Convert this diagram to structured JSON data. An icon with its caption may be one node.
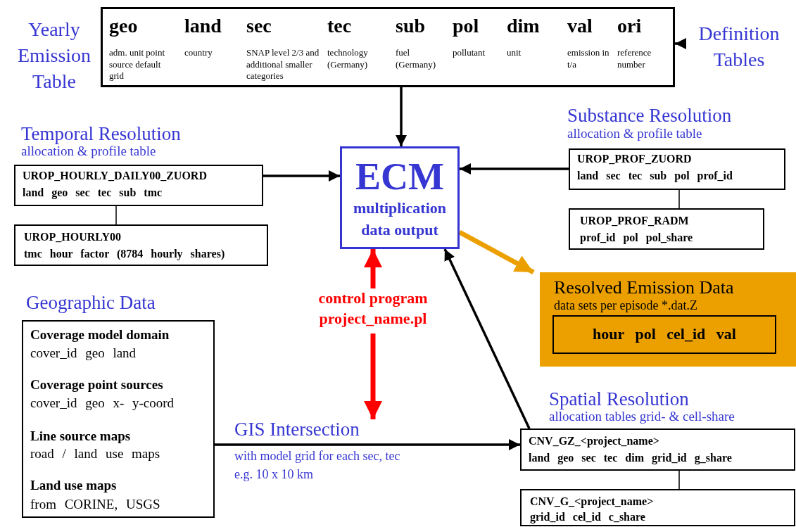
{
  "diagram": {
    "nodes": [
      {
        "text": [
          "Yearly Emission Table",
          "geo",
          "adm. unit point source default grid",
          "land",
          "country",
          "sec",
          "SNAP level 2/3 and additional smaller categories",
          "tec",
          "technology (Germany)",
          "sub",
          "fuel (Germany)",
          "pol",
          "pollutant",
          "dim",
          "unit",
          "val",
          "emission in t/a",
          "ori",
          "reference number"
        ]
      },
      {
        "text": [
          "Definition Tables"
        ]
      },
      {
        "text": [
          "ECM",
          "multiplication data output"
        ]
      },
      {
        "text": [
          "Temporal Resolution",
          "allocation & profile table",
          "UROP_HOURLY_DAILY00_ZUORD",
          "land geo sec tec sub tmc"
        ]
      },
      {
        "text": [
          "UROP_HOURLY00",
          "tmc hour factor (8784 hourly shares)"
        ]
      },
      {
        "text": [
          "Substance Resolution",
          "allocation & profile table",
          "UROP_PROF_ZUORD",
          "land sec tec sub pol prof_id"
        ]
      },
      {
        "text": [
          "UROP_PROF_RADM",
          "prof_id pol pol_share"
        ]
      },
      {
        "text": [
          "Resolved Emission Data",
          "data sets per episode *.dat.Z"
        ]
      },
      {
        "text": [
          "hour pol cel_id val"
        ],
        "in": 7
      },
      {
        "text": [
          "control program project_name.pl"
        ]
      },
      {
        "text": [
          "GIS Intersection",
          "with model grid for each sec, tec",
          "e.g. 10 x 10 km"
        ]
      },
      {
        "text": [
          "Geographic Data",
          "Coverage model domain",
          "cover_id geo land",
          "Coverage point sources",
          "cover_id geo x- y-coord",
          "Line source maps",
          "road / land use maps",
          "Land use maps",
          "from CORINE, USGS"
        ]
      },
      {
        "text": [
          "Spatial Resolution",
          "allocation tables grid- & cell-share",
          "CNV_GZ_<project_name>",
          "land geo sec tec dim grid_id g_share"
        ]
      },
      {
        "text": [
          "CNV_G_<project_name>",
          "grid_id cel_id c_share"
        ]
      }
    ],
    "edges": [
      {
        "from": 0,
        "to": 2,
        "arrow": "to"
      },
      {
        "from": 1,
        "to": 0,
        "arrow": "to"
      },
      {
        "from": 3,
        "to": 2,
        "arrow": "to"
      },
      {
        "from": 5,
        "to": 2,
        "arrow": "to"
      },
      {
        "from": 3,
        "to": 4,
        "arrow": "none"
      },
      {
        "from": 5,
        "to": 6,
        "arrow": "none"
      },
      {
        "from": 2,
        "to": 7,
        "arrow": "to",
        "style": "thick",
        "color": "#eba000"
      },
      {
        "from": 9,
        "to": 2,
        "arrow": "to",
        "style": "thick",
        "color": "#ff0000"
      },
      {
        "from": 9,
        "to": 10,
        "arrow": "to",
        "style": "thick",
        "color": "#ff0000"
      },
      {
        "from": 11,
        "to": 12,
        "arrow": "to"
      },
      {
        "from": 12,
        "to": 2,
        "arrow": "to"
      },
      {
        "from": 12,
        "to": 13,
        "arrow": "none"
      }
    ]
  }
}
